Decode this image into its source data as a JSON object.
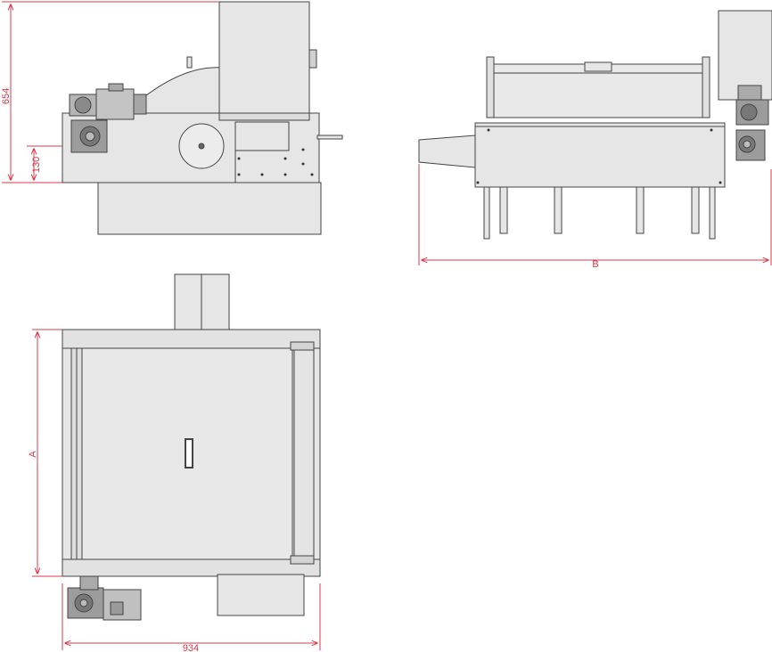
{
  "dimensions": {
    "height_total": "654",
    "height_inlet": "130",
    "width_length": "B",
    "width_depth": "A",
    "width_base": "934"
  },
  "colors": {
    "body": "#e6e6e6",
    "body_dark": "#c9c9c9",
    "outline": "#444444",
    "dimension": "#d83a4a",
    "motor": "#9a9a9a"
  },
  "views": [
    "front-view",
    "side-view",
    "top-view"
  ]
}
